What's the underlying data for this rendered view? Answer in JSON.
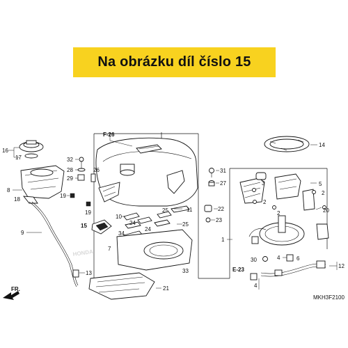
{
  "banner": {
    "text": "Na obrázku díl číslo 15",
    "color": "#f8d21f"
  },
  "watermark": {
    "text": "HONDA"
  },
  "diagram_code": "MKH3F2100",
  "direction_label": "FR.",
  "refs": {
    "f26": "F-26",
    "e23": "E-23"
  },
  "callouts": {
    "p1": "1",
    "p2a": "2",
    "p2b": "2",
    "p2c": "2",
    "p3": "3",
    "p4a": "4",
    "p4b": "4",
    "p5": "5",
    "p6": "6",
    "p7": "7",
    "p8": "8",
    "p9": "9",
    "p10": "10",
    "p11": "11",
    "p12": "12",
    "p13": "13",
    "p14": "14",
    "p15": "15",
    "p16": "16",
    "p17": "17",
    "p18": "18",
    "p19a": "19",
    "p19b": "19",
    "p20": "20",
    "p21": "21",
    "p22": "22",
    "p23": "23",
    "p24a": "24",
    "p24b": "24",
    "p25a": "25",
    "p25b": "25",
    "p26": "26",
    "p27": "27",
    "p28": "28",
    "p29": "29",
    "p30": "30",
    "p31": "31",
    "p32": "32",
    "p33": "33",
    "p34": "34"
  }
}
